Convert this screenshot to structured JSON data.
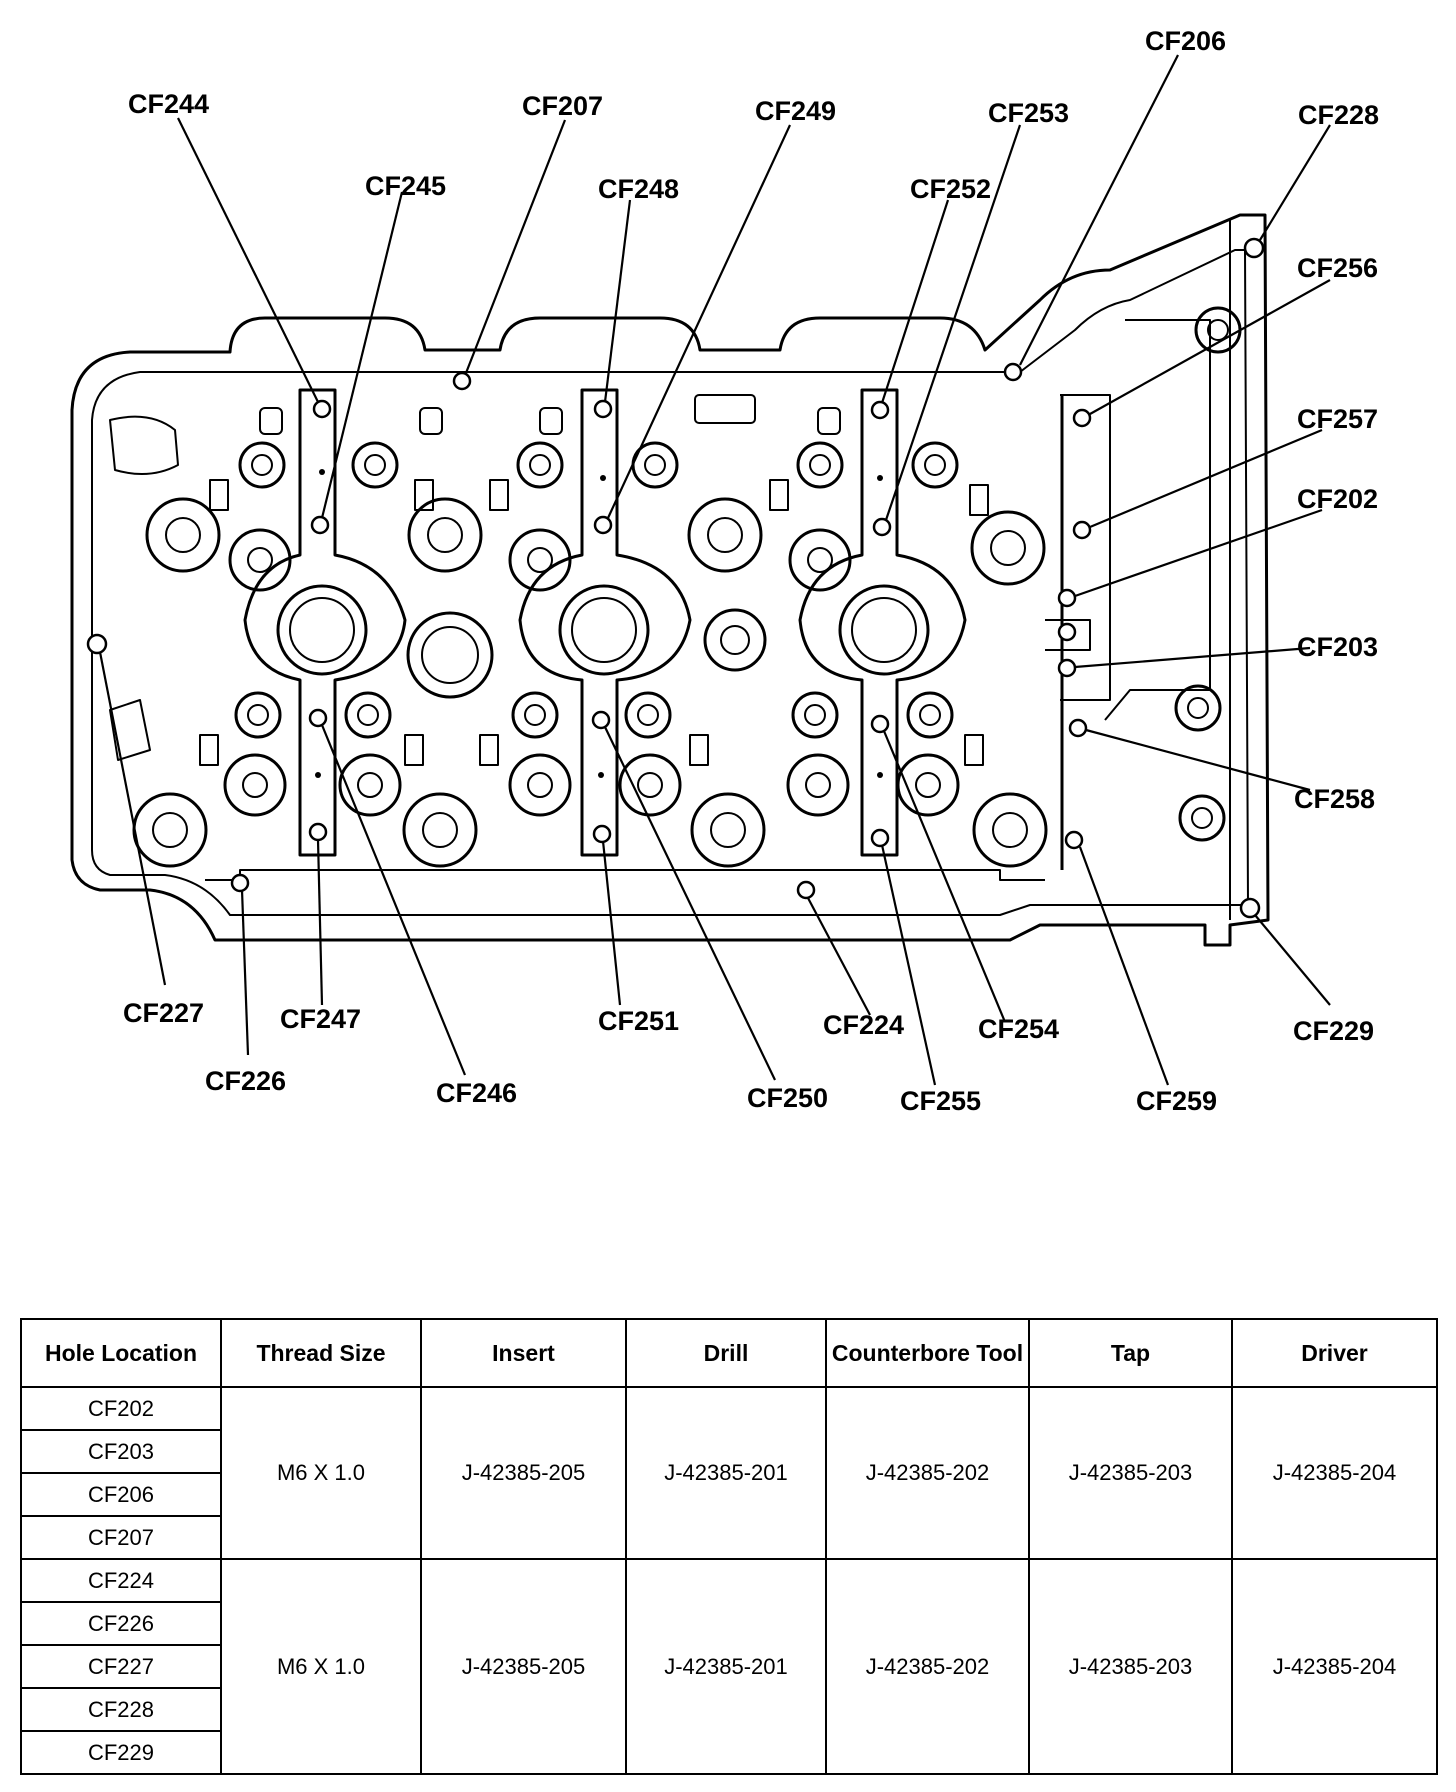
{
  "callouts": [
    {
      "id": "CF206",
      "text": "CF206"
    },
    {
      "id": "CF244",
      "text": "CF244"
    },
    {
      "id": "CF207",
      "text": "CF207"
    },
    {
      "id": "CF249",
      "text": "CF249"
    },
    {
      "id": "CF253",
      "text": "CF253"
    },
    {
      "id": "CF228",
      "text": "CF228"
    },
    {
      "id": "CF245",
      "text": "CF245"
    },
    {
      "id": "CF248",
      "text": "CF248"
    },
    {
      "id": "CF252",
      "text": "CF252"
    },
    {
      "id": "CF256",
      "text": "CF256"
    },
    {
      "id": "CF257",
      "text": "CF257"
    },
    {
      "id": "CF202",
      "text": "CF202"
    },
    {
      "id": "CF203",
      "text": "CF203"
    },
    {
      "id": "CF258",
      "text": "CF258"
    },
    {
      "id": "CF227",
      "text": "CF227"
    },
    {
      "id": "CF247",
      "text": "CF247"
    },
    {
      "id": "CF251",
      "text": "CF251"
    },
    {
      "id": "CF224",
      "text": "CF224"
    },
    {
      "id": "CF254",
      "text": "CF254"
    },
    {
      "id": "CF229",
      "text": "CF229"
    },
    {
      "id": "CF226",
      "text": "CF226"
    },
    {
      "id": "CF246",
      "text": "CF246"
    },
    {
      "id": "CF250",
      "text": "CF250"
    },
    {
      "id": "CF255",
      "text": "CF255"
    },
    {
      "id": "CF259",
      "text": "CF259"
    }
  ],
  "table": {
    "headers": [
      "Hole Location",
      "Thread Size",
      "Insert",
      "Drill",
      "Counterbore Tool",
      "Tap",
      "Driver"
    ],
    "groups": [
      {
        "locations": [
          "CF202",
          "CF203",
          "CF206",
          "CF207"
        ],
        "thread_size": "M6 X 1.0",
        "insert": "J-42385-205",
        "drill": "J-42385-201",
        "counterbore": "J-42385-202",
        "tap": "J-42385-203",
        "driver": "J-42385-204"
      },
      {
        "locations": [
          "CF224",
          "CF226",
          "CF227",
          "CF228",
          "CF229"
        ],
        "thread_size": "M6 X 1.0",
        "insert": "J-42385-205",
        "drill": "J-42385-201",
        "counterbore": "J-42385-202",
        "tap": "J-42385-203",
        "driver": "J-42385-204"
      }
    ]
  }
}
